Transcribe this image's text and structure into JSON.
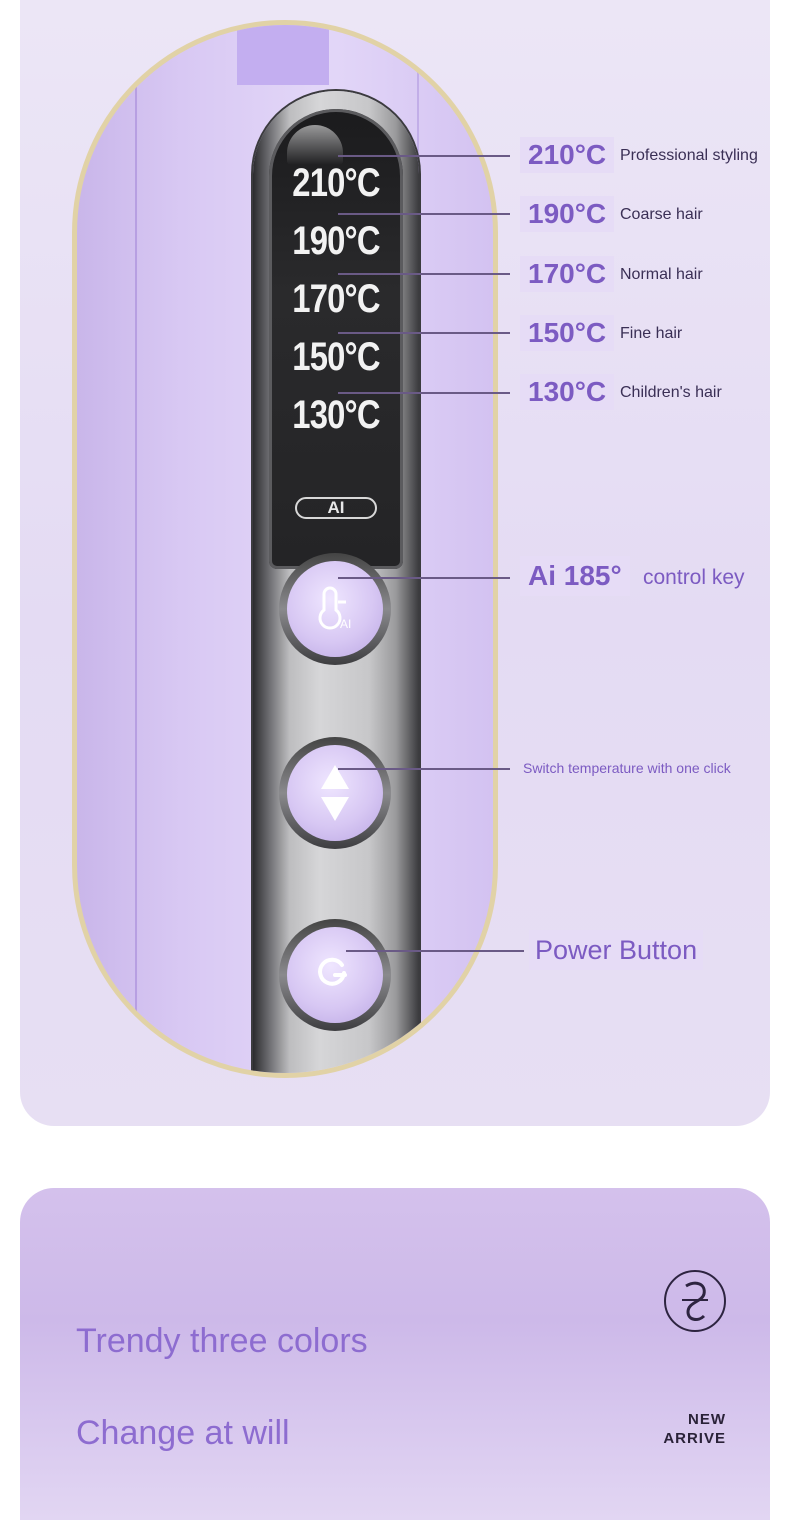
{
  "colors": {
    "accent": "#7c5bc2",
    "card_bg": "#e6dcf6",
    "gold_rim": "#e1d2a6"
  },
  "display": {
    "temps": [
      "210°C",
      "190°C",
      "170°C",
      "150°C",
      "130°C"
    ],
    "ai_label": "AI"
  },
  "callouts": [
    {
      "temp": "210°C",
      "desc": "Professional styling"
    },
    {
      "temp": "190°C",
      "desc": "Coarse hair"
    },
    {
      "temp": "170°C",
      "desc": "Normal hair"
    },
    {
      "temp": "150°C",
      "desc": "Fine hair"
    },
    {
      "temp": "130°C",
      "desc": "Children's hair"
    }
  ],
  "ai_key": {
    "title": "Ai 185°",
    "desc": "control key",
    "icon": "thermometer-ai-icon"
  },
  "switch": {
    "desc": "Switch temperature with one click",
    "icon": "up-down-arrow-icon"
  },
  "power": {
    "label": "Power Button",
    "icon": "power-icon"
  },
  "banner": {
    "line1": "Trendy three colors",
    "line2": "Change at will",
    "badge_line1": "NEW",
    "badge_line2": "ARRIVE",
    "logo_icon": "monogram-logo-icon"
  }
}
